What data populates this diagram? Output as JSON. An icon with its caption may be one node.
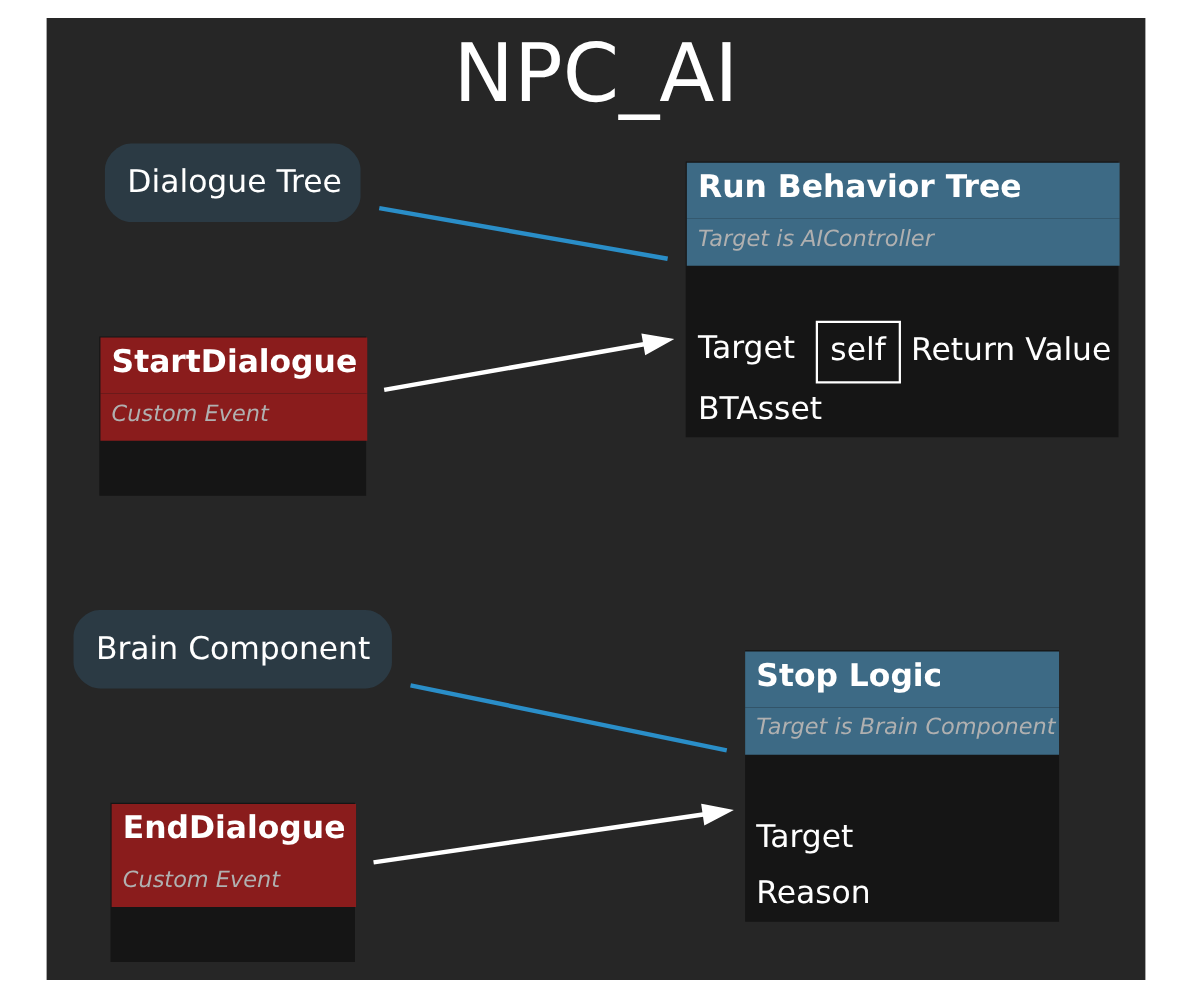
{
  "diagram": {
    "title": "NPC_AI",
    "nodes": [
      {
        "text": [
          "StartDialogue",
          "Custom Event"
        ]
      },
      {
        "text": [
          "Run Behavior Tree",
          "Target is AIController",
          "Target",
          "self",
          "Return Value",
          "BTAsset"
        ]
      },
      {
        "text": [
          "Dialogue Tree"
        ]
      },
      {
        "text": [
          "EndDialogue",
          "Custom Event"
        ]
      },
      {
        "text": [
          "Stop Logic",
          "Target is Brain Component",
          "Target",
          "Reason"
        ]
      },
      {
        "text": [
          "Brain Component"
        ]
      }
    ],
    "edges": [
      {
        "from": 0,
        "to": 1,
        "arrow": "to"
      },
      {
        "from": 2,
        "to": 1,
        "arrow": "none",
        "color": "#2a8ec8"
      },
      {
        "from": 3,
        "to": 4,
        "arrow": "to"
      },
      {
        "from": 5,
        "to": 4,
        "arrow": "none",
        "color": "#2a8ec8"
      }
    ]
  }
}
